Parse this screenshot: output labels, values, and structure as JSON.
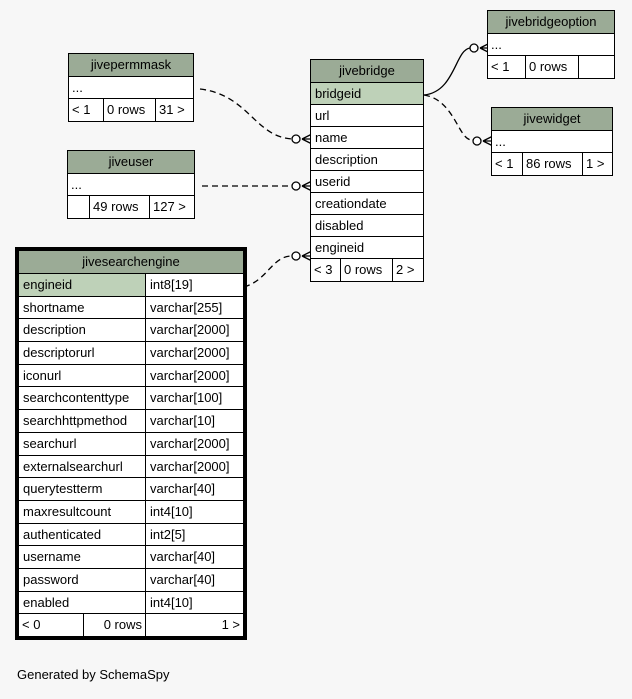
{
  "tables": {
    "jivepermmask": {
      "title": "jivepermmask",
      "rows": [
        "..."
      ],
      "foot": [
        "< 1",
        "0 rows",
        "31 >"
      ]
    },
    "jiveuser": {
      "title": "jiveuser",
      "rows": [
        "..."
      ],
      "foot": [
        "",
        "49 rows",
        "127 >"
      ]
    },
    "jivebridge": {
      "title": "jivebridge",
      "rows": [
        "bridgeid",
        "url",
        "name",
        "description",
        "userid",
        "creationdate",
        "disabled",
        "engineid"
      ],
      "foot": [
        "< 3",
        "0 rows",
        "2 >"
      ]
    },
    "jivebridgeoption": {
      "title": "jivebridgeoption",
      "rows": [
        "..."
      ],
      "foot": [
        "< 1",
        "0 rows",
        ""
      ]
    },
    "jivewidget": {
      "title": "jivewidget",
      "rows": [
        "..."
      ],
      "foot": [
        "< 1",
        "86 rows",
        "1 >"
      ]
    },
    "jivesearchengine": {
      "title": "jivesearchengine",
      "columns": [
        {
          "name": "engineid",
          "type": "int8[19]"
        },
        {
          "name": "shortname",
          "type": "varchar[255]"
        },
        {
          "name": "description",
          "type": "varchar[2000]"
        },
        {
          "name": "descriptorurl",
          "type": "varchar[2000]"
        },
        {
          "name": "iconurl",
          "type": "varchar[2000]"
        },
        {
          "name": "searchcontenttype",
          "type": "varchar[100]"
        },
        {
          "name": "searchhttpmethod",
          "type": "varchar[10]"
        },
        {
          "name": "searchurl",
          "type": "varchar[2000]"
        },
        {
          "name": "externalsearchurl",
          "type": "varchar[2000]"
        },
        {
          "name": "querytestterm",
          "type": "varchar[40]"
        },
        {
          "name": "maxresultcount",
          "type": "int4[10]"
        },
        {
          "name": "authenticated",
          "type": "int2[5]"
        },
        {
          "name": "username",
          "type": "varchar[40]"
        },
        {
          "name": "password",
          "type": "varchar[40]"
        },
        {
          "name": "enabled",
          "type": "int4[10]"
        }
      ],
      "foot": [
        "< 0",
        "0 rows",
        "1 >"
      ]
    }
  },
  "footer": "Generated by SchemaSpy",
  "colors": {
    "header": "#9bab96",
    "primary_key": "#bed1b8",
    "background": "#f7f7f7"
  }
}
